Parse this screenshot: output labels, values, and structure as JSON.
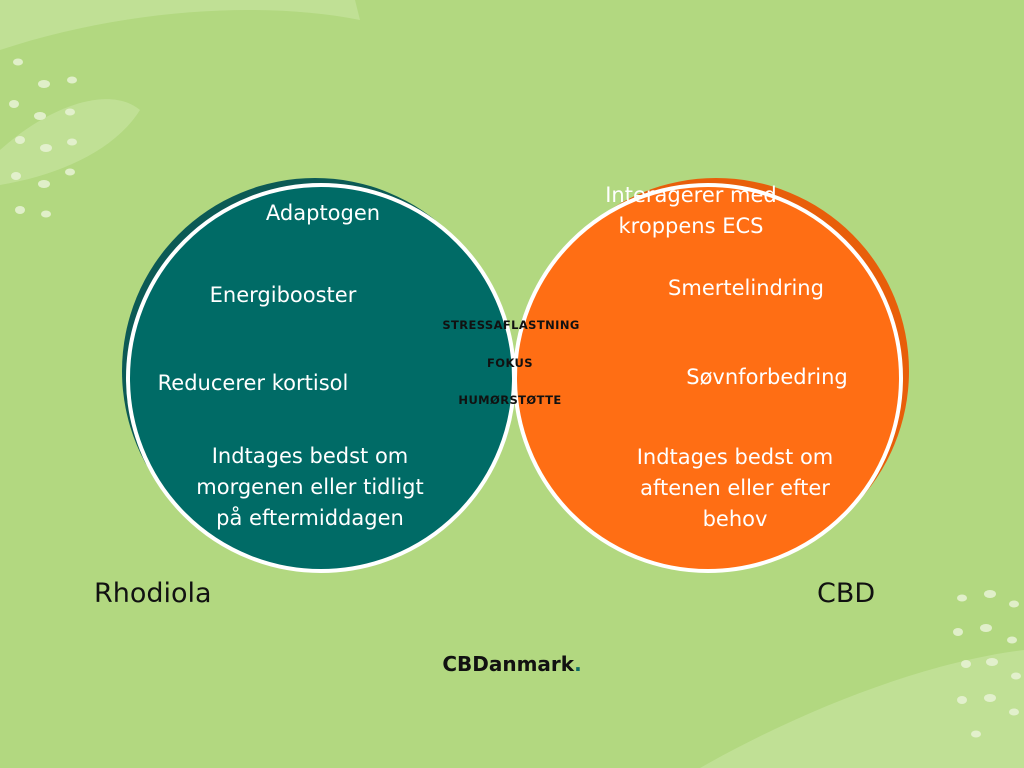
{
  "colors": {
    "background": "#b2d880",
    "rhodiola": "#006b66",
    "cbd": "#ff6e14",
    "overlap": "#ffffff",
    "brand_dot": "#0e6b64"
  },
  "sets": {
    "left": {
      "name": "Rhodiola",
      "items": [
        "Adaptogen",
        "Energibooster",
        "Reducerer kortisol",
        "Indtages bedst om\nmorgenen eller tidligt\npå eftermiddagen"
      ]
    },
    "right": {
      "name": "CBD",
      "items": [
        "Interagerer med\nkroppens ECS",
        "Smertelindring",
        "Søvnforbedring",
        "Indtages bedst om\naftenen eller efter\nbehov"
      ]
    },
    "overlap": {
      "items": [
        "STRESSAFLASTNING",
        "FOKUS",
        "HUMØRSTØTTE"
      ]
    }
  },
  "brand": {
    "name": "CBDanmark",
    "dot": "."
  }
}
